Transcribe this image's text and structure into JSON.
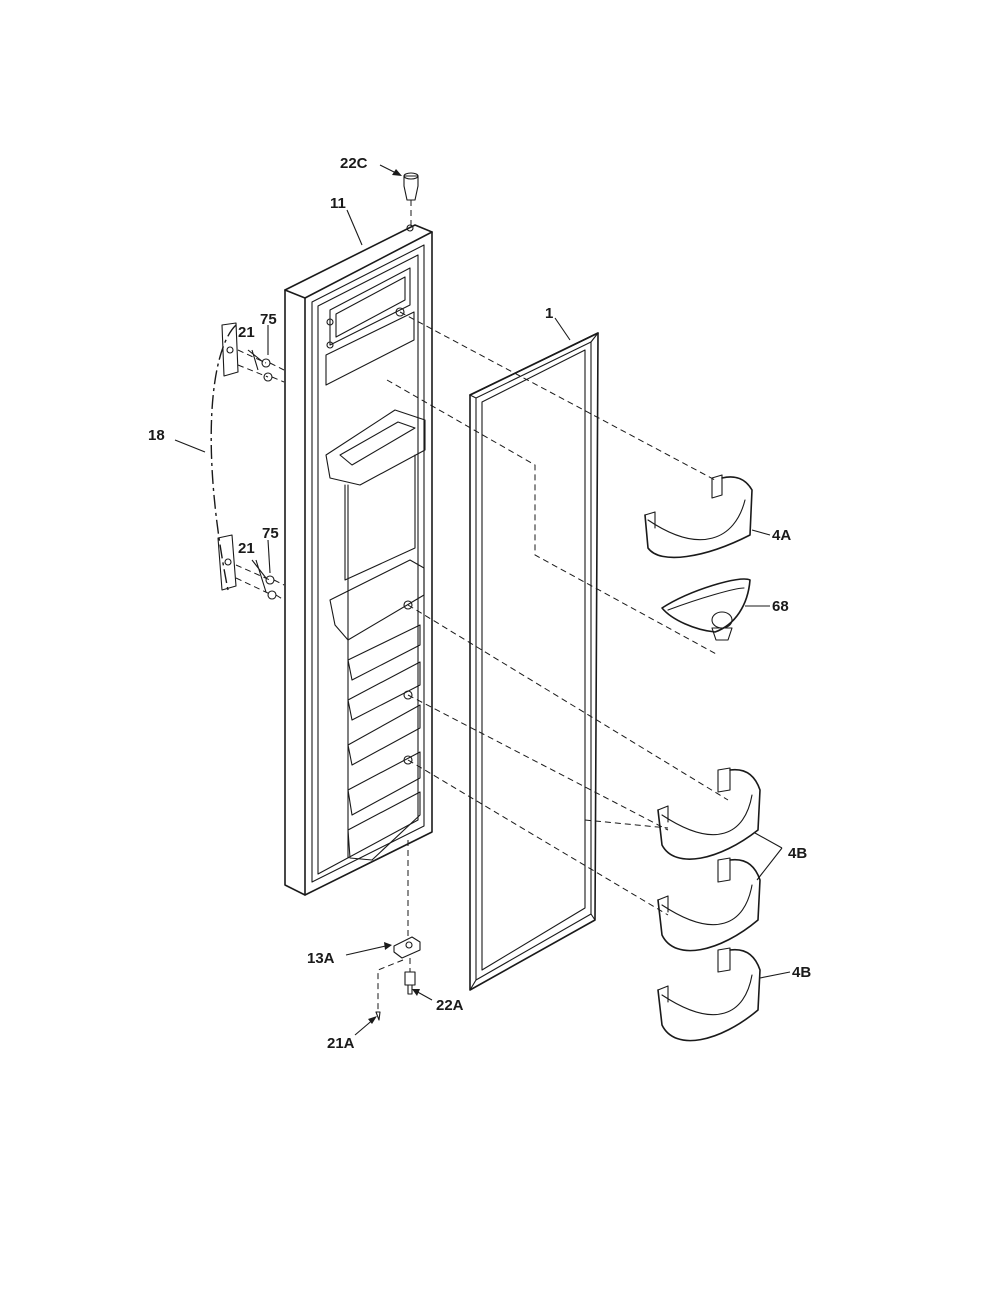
{
  "callouts": {
    "c22C": "22C",
    "c11": "11",
    "c1": "1",
    "c75a": "75",
    "c21a": "21",
    "c18": "18",
    "c75b": "75",
    "c21b": "21",
    "c4A": "4A",
    "c68": "68",
    "c4B_a": "4B",
    "c4B_b": "4B",
    "c13A": "13A",
    "c22A": "22A",
    "c21A": "21A"
  }
}
